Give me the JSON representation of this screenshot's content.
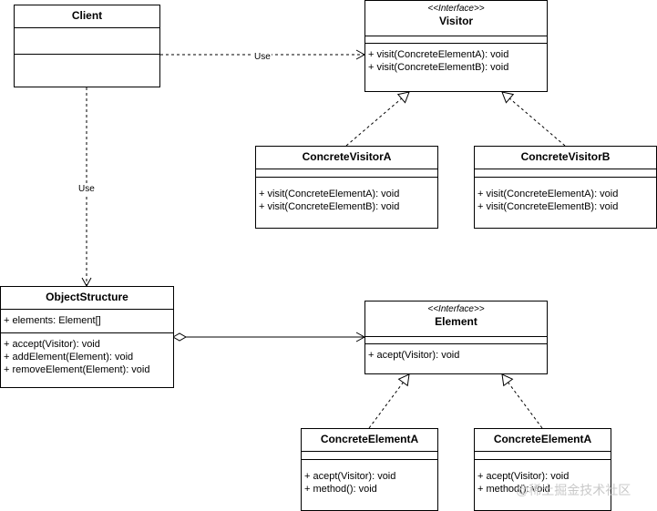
{
  "classes": {
    "client": {
      "name": "Client"
    },
    "visitor": {
      "stereotype": "<<Interface>>",
      "name": "Visitor",
      "methods": [
        "+ visit(ConcreteElementA): void",
        "+ visit(ConcreteElementB): void"
      ]
    },
    "concrete_visitor_a": {
      "name": "ConcreteVisitorA",
      "methods": [
        "+ visit(ConcreteElementA): void",
        "+ visit(ConcreteElementB): void"
      ]
    },
    "concrete_visitor_b": {
      "name": "ConcreteVisitorB",
      "methods": [
        "+ visit(ConcreteElementA): void",
        "+ visit(ConcreteElementB): void"
      ]
    },
    "object_structure": {
      "name": "ObjectStructure",
      "attributes": [
        "+ elements: Element[]"
      ],
      "methods": [
        "+ accept(Visitor): void",
        "+ addElement(Element): void",
        "+ removeElement(Element): void"
      ]
    },
    "element": {
      "stereotype": "<<Interface>>",
      "name": "Element",
      "methods": [
        "+ acept(Visitor): void"
      ]
    },
    "concrete_element_a": {
      "name": "ConcreteElementA",
      "methods": [
        "+ acept(Visitor): void",
        "+ method(): void"
      ]
    },
    "concrete_element_b": {
      "name": "ConcreteElementA",
      "methods": [
        "+ acept(Visitor): void",
        "+ method(): void"
      ]
    }
  },
  "edges": {
    "client_visitor_label": "Use",
    "client_objectstructure_label": "Use"
  },
  "watermark": "@稀土掘金技术社区"
}
